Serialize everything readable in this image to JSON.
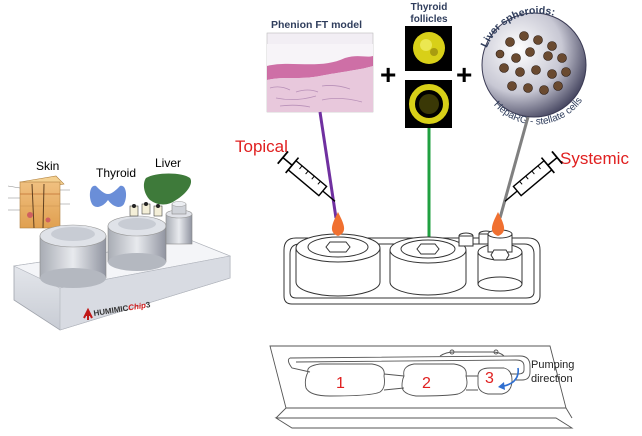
{
  "left_panel": {
    "organs": {
      "skin": "Skin",
      "thyroid": "Thyroid",
      "liver": "Liver"
    },
    "chip_brand": {
      "humimic": "HUMIMIC",
      "chip": "Chip",
      "number": "3"
    }
  },
  "models": {
    "skin_model_title": "Phenion FT model",
    "thyroid_title_line1": "Thyroid",
    "thyroid_title_line2": "follicles",
    "liver_title": "Liver spheroids:",
    "liver_cells_label": "HepaRG - stellate cells",
    "plus_sign": "+"
  },
  "applications": {
    "topical": "Topical",
    "systemic": "Systemic"
  },
  "flow": {
    "compartments": [
      "1",
      "2",
      "3"
    ],
    "pumping_line1": "Pumping",
    "pumping_line2": "direction"
  },
  "colors": {
    "red_label": "#e02020",
    "purple_line": "#7030a0",
    "green_line": "#20a040",
    "gray_line": "#808080",
    "drop_orange": "#f07030",
    "title_navy": "#2f3d5c",
    "thyroid_yellow": "#e8e020"
  }
}
